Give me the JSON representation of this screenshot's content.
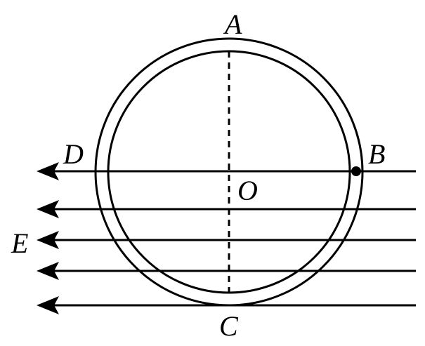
{
  "labels": {
    "a": "A",
    "b": "B",
    "c": "C",
    "d": "D",
    "e": "E",
    "o": "O"
  },
  "colors": {
    "ink": "#000000",
    "background": "#ffffff"
  }
}
